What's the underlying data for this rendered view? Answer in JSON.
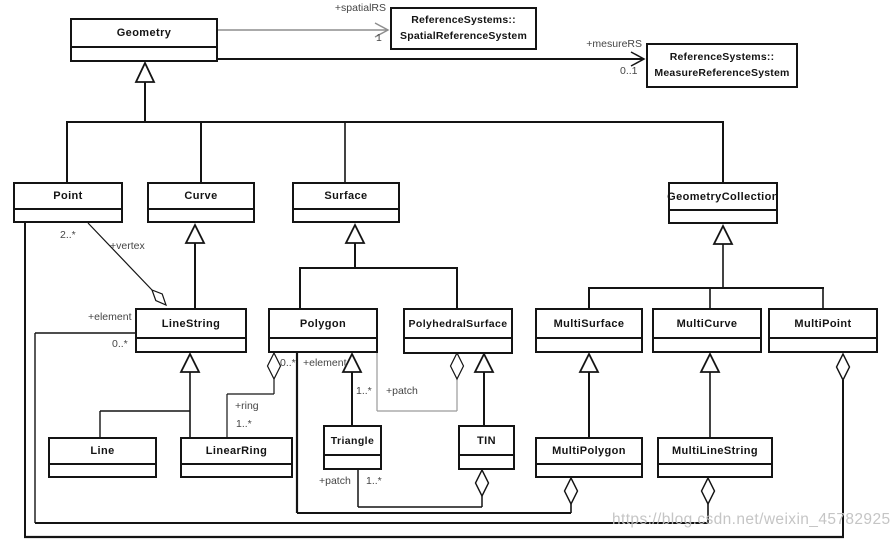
{
  "classes": {
    "geometry": "Geometry",
    "point": "Point",
    "curve": "Curve",
    "surface": "Surface",
    "geometry_collection": "GeometryCollection",
    "line_string": "LineString",
    "polygon": "Polygon",
    "polyhedral_surface": "PolyhedralSurface",
    "multi_surface": "MultiSurface",
    "multi_curve": "MultiCurve",
    "multi_point": "MultiPoint",
    "line": "Line",
    "linear_ring": "LinearRing",
    "triangle": "Triangle",
    "tin": "TIN",
    "multi_polygon": "MultiPolygon",
    "multi_line_string": "MultiLineString",
    "spatial_rs": {
      "line1": "ReferenceSystems::",
      "line2": "SpatialReferenceSystem"
    },
    "measure_rs": {
      "line1": "ReferenceSystems::",
      "line2": "MeasureReferenceSystem"
    }
  },
  "labels": {
    "spatial_rs_role": "+spatialRS",
    "spatial_rs_mult": "1",
    "measure_rs_role": "+mesureRS",
    "measure_rs_mult": "0..1",
    "vertex_mult": "2..*",
    "vertex_role": "+vertex",
    "ls_element_role": "+element",
    "ls_element_mult": "0..*",
    "pg_element_mult": "0..*",
    "pg_element_role": "+element",
    "ring_role": "+ring",
    "ring_mult": "1..*",
    "patch_mult": "1..*",
    "patch_role": "+patch",
    "tin_patch_role": "+patch",
    "tin_patch_mult": "1..*"
  },
  "watermark": "https://blog.csdn.net/weixin_45782925"
}
